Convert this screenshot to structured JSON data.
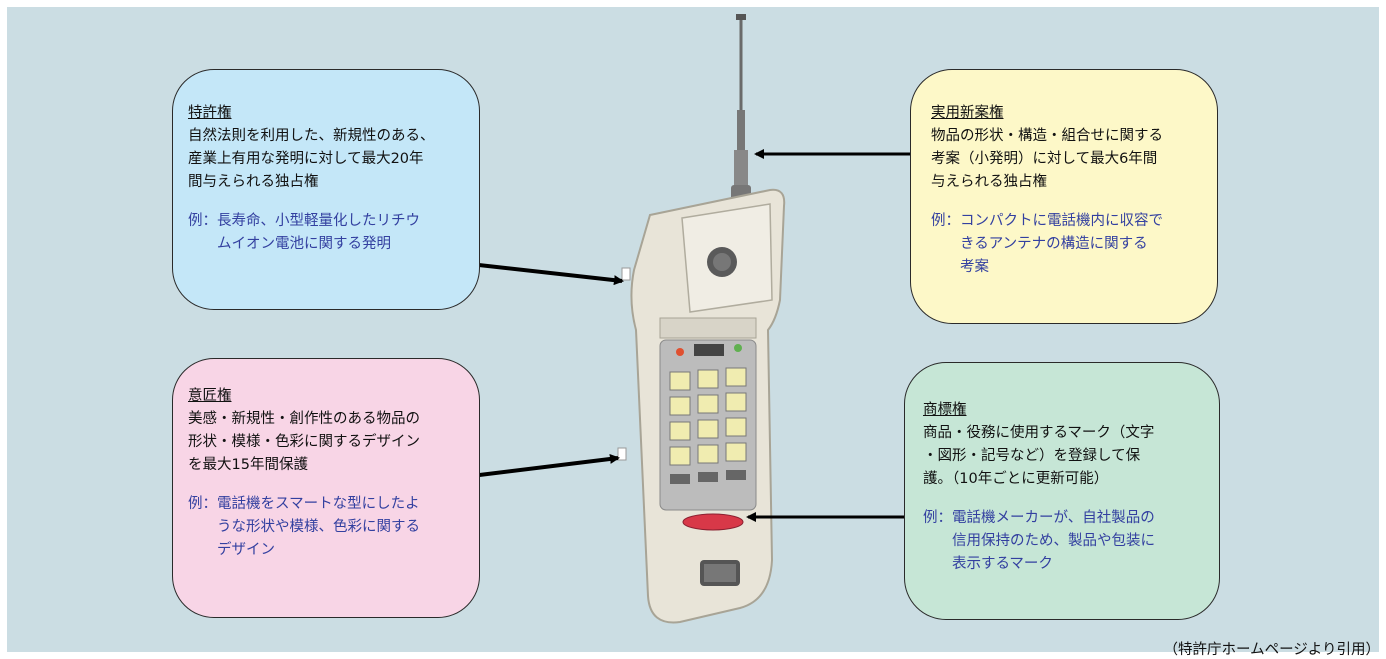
{
  "patent": {
    "title": "特許権",
    "desc_lines": [
      "自然法則を利用した、新規性のある、",
      "産業上有用な発明に対して最大20年",
      "間与えられる独占権"
    ],
    "example_prefix": "例：",
    "example_lines": [
      "長寿命、小型軽量化したリチウ",
      "ムイオン電池に関する発明"
    ]
  },
  "utility": {
    "title": "実用新案権",
    "desc_lines": [
      "物品の形状・構造・組合せに関する",
      "考案（小発明）に対して最大6年間",
      "与えられる独占権"
    ],
    "example_prefix": "例：",
    "example_lines": [
      "コンパクトに電話機内に収容で",
      "きるアンテナの構造に関する",
      "考案"
    ]
  },
  "design": {
    "title": "意匠権",
    "desc_lines": [
      "美感・新規性・創作性のある物品の",
      "形状・模様・色彩に関するデザイン",
      "を最大15年間保護"
    ],
    "example_prefix": "例：",
    "example_lines": [
      "電話機をスマートな型にしたよ",
      "うな形状や模様、色彩に関する",
      "デザイン"
    ]
  },
  "trademark": {
    "title": "商標権",
    "desc_lines": [
      "商品・役務に使用するマーク（文字",
      "・図形・記号など）を登録して保",
      "護。（10年ごとに更新可能）"
    ],
    "example_prefix": "例：",
    "example_lines": [
      "電話機メーカーが、自社製品の",
      "信用保持のため、製品や包装に",
      "表示するマーク"
    ]
  },
  "source_note": "（特許庁ホームページより引用）",
  "colors": {
    "background": "#cbdde3",
    "patent_box": "#c4e7f8",
    "utility_box": "#fdf8c8",
    "design_box": "#f8d5e6",
    "trademark_box": "#c6e6d6",
    "example_text": "#3340a0",
    "phone_body": "#e8e4d8"
  },
  "illustration": "mobile-phone-with-antenna"
}
